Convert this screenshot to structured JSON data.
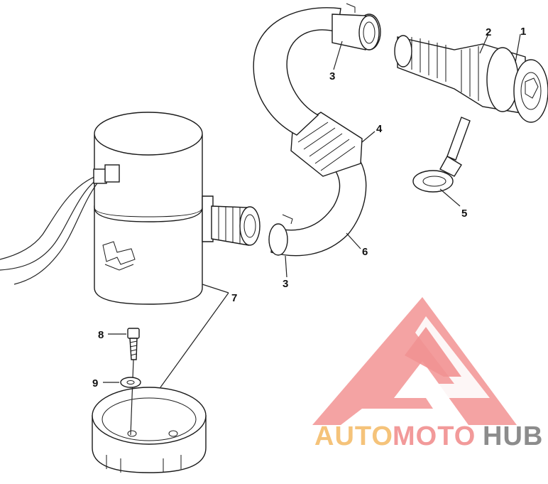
{
  "callouts": {
    "c1": "1",
    "c2": "2",
    "c3a": "3",
    "c3b": "3",
    "c4": "4",
    "c5": "5",
    "c6": "6",
    "c7": "7",
    "c8": "8",
    "c9": "9"
  },
  "watermark": {
    "part1": "AUTO",
    "part2": "MOTO",
    "part3": "HUB",
    "colors": {
      "auto": "#f5c37a",
      "moto": "#f29a9a",
      "hub": "#8c8c8c",
      "logo": "#f08080"
    }
  }
}
